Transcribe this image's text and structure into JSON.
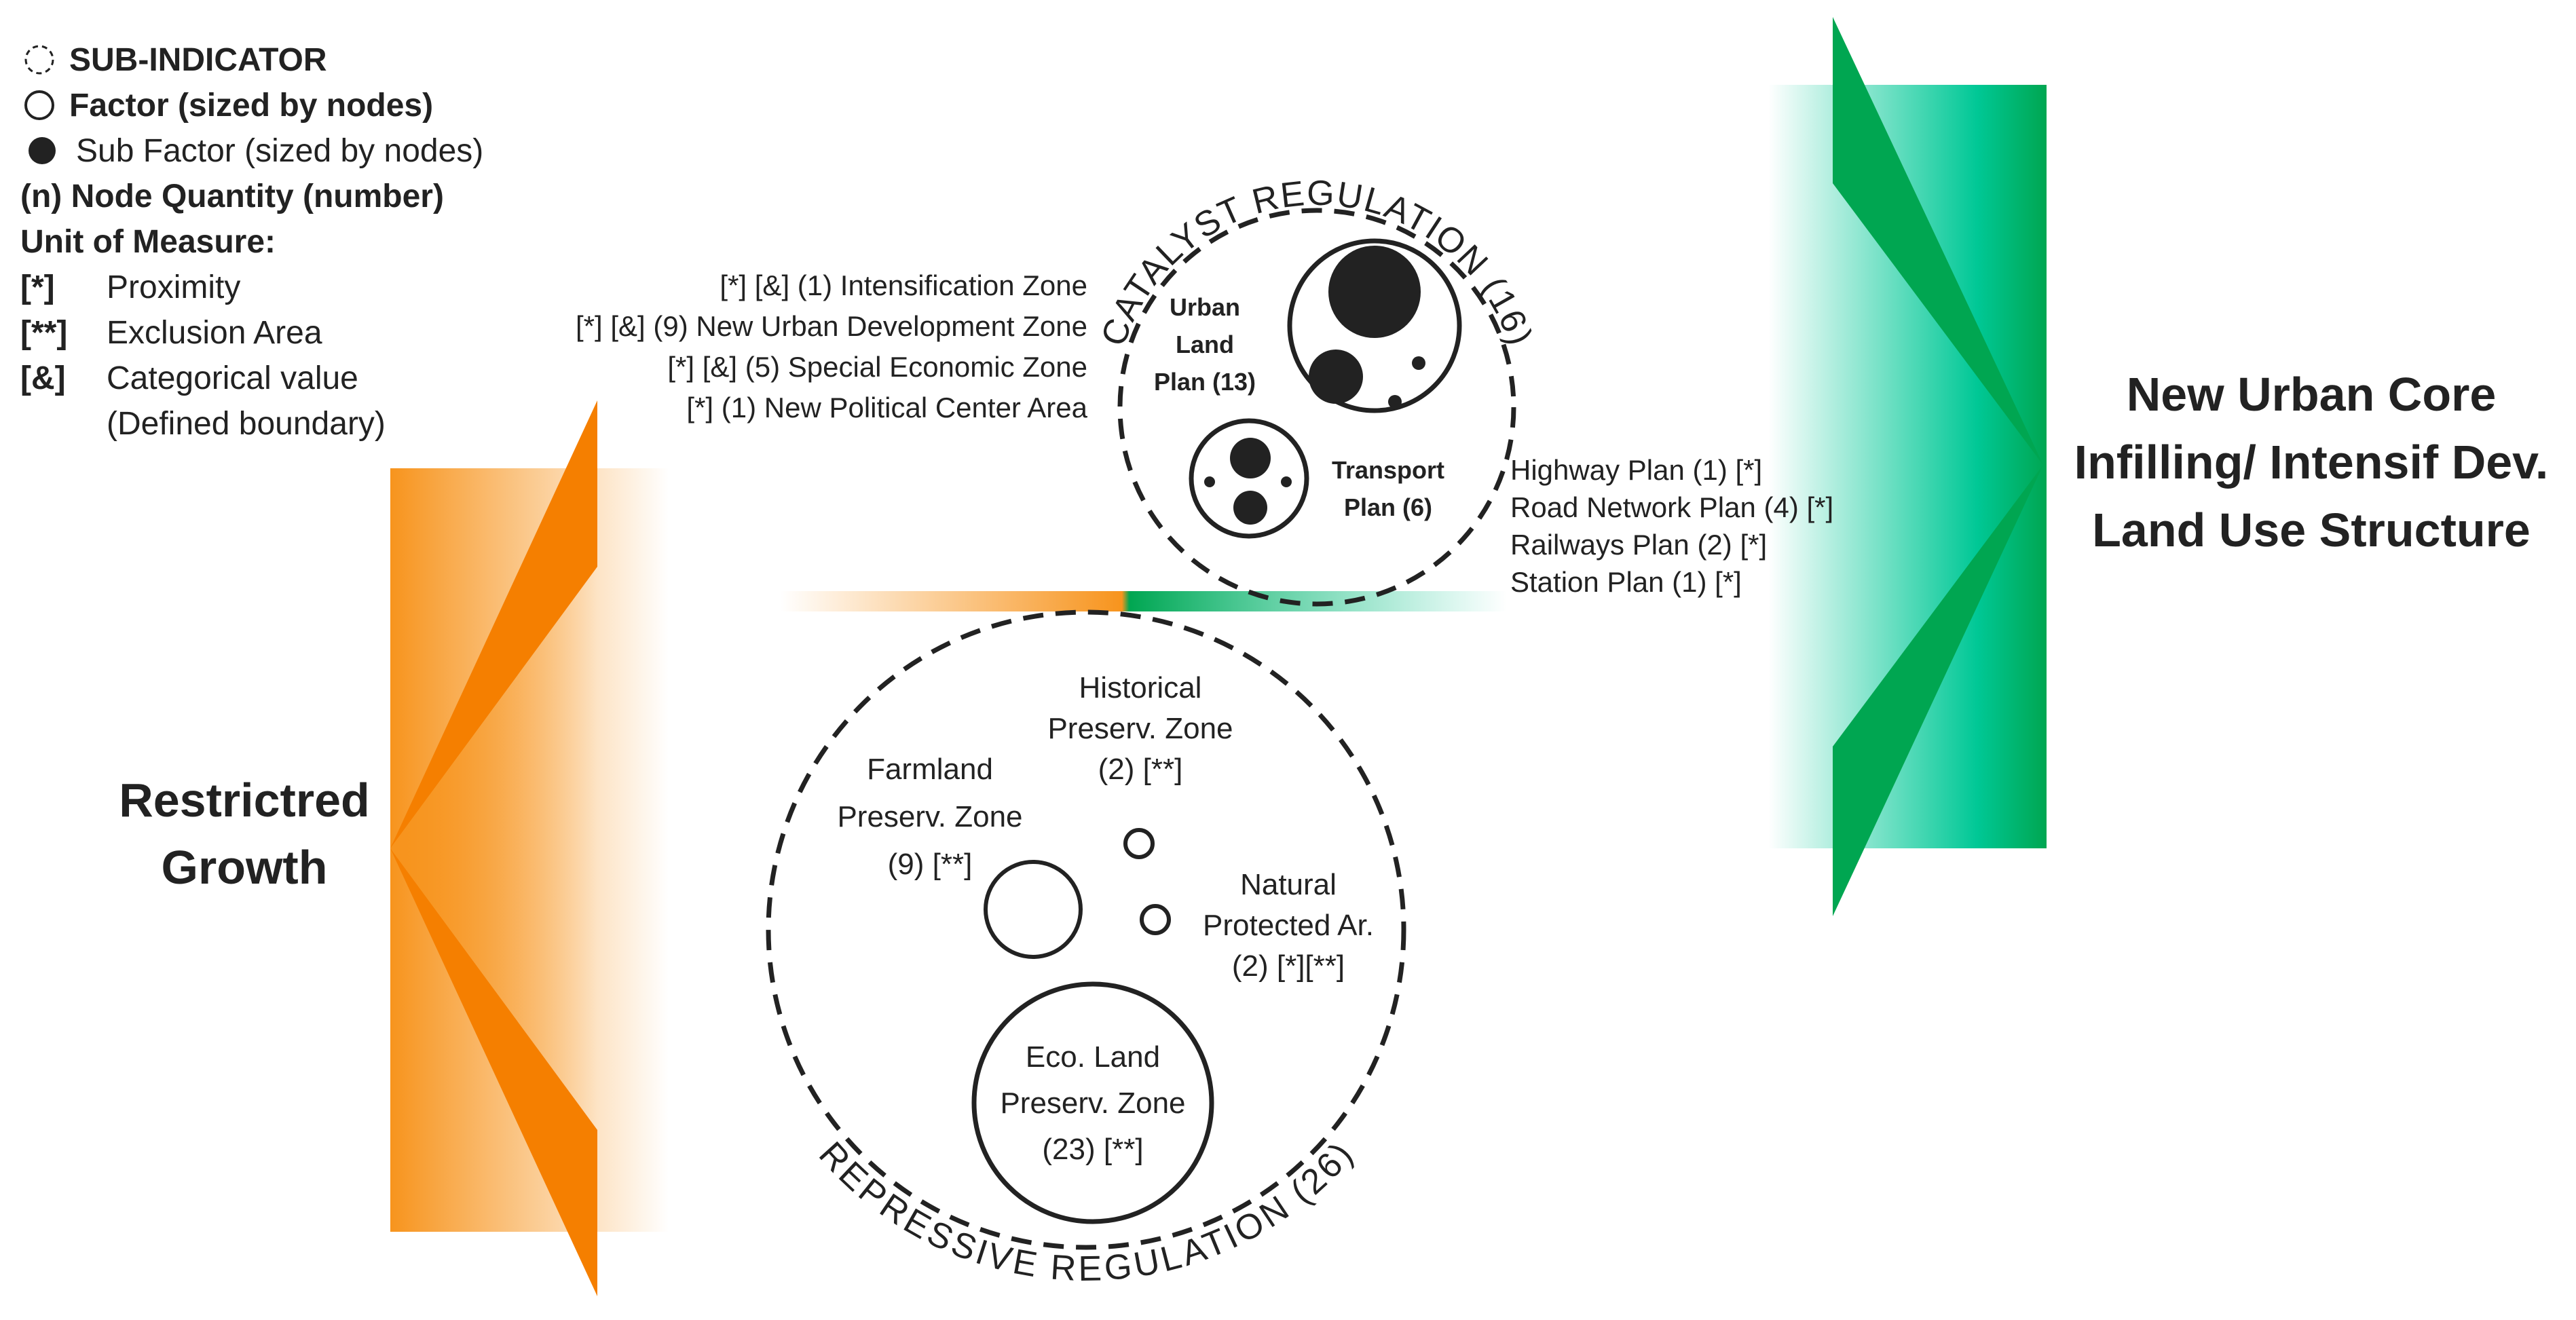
{
  "legend": {
    "sub_indicator": "SUB-INDICATOR",
    "factor": "Factor (sized by nodes)",
    "sub_factor": "Sub Factor (sized by nodes)",
    "node_qty": "(n) Node Quantity (number)",
    "unit_title": "Unit of Measure:",
    "units": [
      {
        "code": "[*]",
        "label": "Proximity"
      },
      {
        "code": "[**]",
        "label": "Exclusion Area"
      },
      {
        "code": "[&]",
        "label": "Categorical value"
      }
    ],
    "unit_note": "(Defined boundary)"
  },
  "catalyst": {
    "title": "CATALYST REGULATION (16)",
    "urban_land": [
      "Urban",
      "Land",
      "Plan (13)"
    ],
    "transport": [
      "Transport",
      "Plan (6)"
    ],
    "left_items": [
      "[*] [&] (1) Intensification Zone",
      "[*] [&] (9) New Urban Development Zone",
      "[*] [&] (5) Special Economic Zone",
      "[*] (1) New Political Center Area"
    ],
    "right_items": [
      "Highway Plan (1) [*]",
      "Road Network Plan (4) [*]",
      "Railways Plan (2) [*]",
      "Station Plan (1) [*]"
    ]
  },
  "repressive": {
    "title": "REPRESSIVE REGULATION (26)",
    "historical": [
      "Historical",
      "Preserv. Zone",
      "(2) [**]"
    ],
    "farmland": [
      "Farmland",
      "Preserv. Zone",
      "(9) [**]"
    ],
    "natural": [
      "Natural",
      "Protected Ar.",
      "(2) [*][**]"
    ],
    "eco": [
      "Eco. Land",
      "Preserv. Zone",
      "(23) [**]"
    ]
  },
  "outcomes": {
    "left": [
      "Restrictred",
      "Growth"
    ],
    "right": [
      "New Urban Core",
      "Infilling/ Intensif Dev.",
      "Land Use Structure"
    ]
  },
  "colors": {
    "orange": "#f7941d",
    "orange_dark": "#f57f00",
    "green": "#00a651",
    "teal": "#00c896",
    "ink": "#222222"
  }
}
